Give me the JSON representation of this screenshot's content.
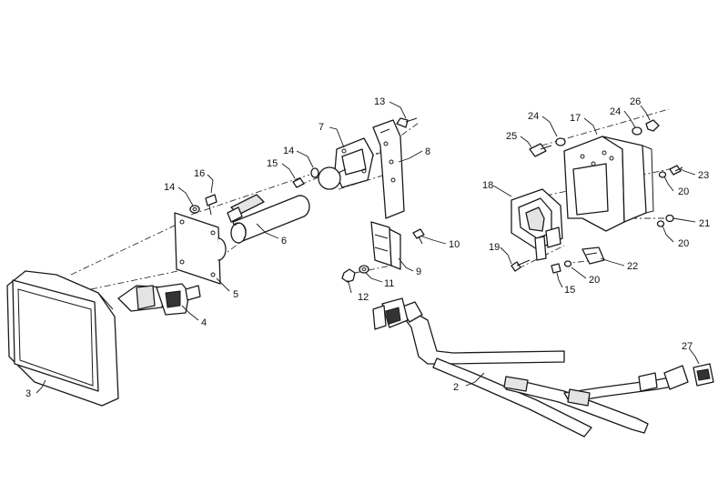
{
  "callouts": [
    {
      "id": "c1",
      "label": "13"
    },
    {
      "id": "c2",
      "label": "7"
    },
    {
      "id": "c3",
      "label": "8"
    },
    {
      "id": "c4",
      "label": "14"
    },
    {
      "id": "c5",
      "label": "15"
    },
    {
      "id": "c6",
      "label": "16"
    },
    {
      "id": "c7",
      "label": "14"
    },
    {
      "id": "c8",
      "label": "6"
    },
    {
      "id": "c9",
      "label": "10"
    },
    {
      "id": "c10",
      "label": "9"
    },
    {
      "id": "c11",
      "label": "11"
    },
    {
      "id": "c12",
      "label": "12"
    },
    {
      "id": "c13",
      "label": "5"
    },
    {
      "id": "c14",
      "label": "4"
    },
    {
      "id": "c15",
      "label": "3"
    },
    {
      "id": "c16",
      "label": "2"
    },
    {
      "id": "c17",
      "label": "26"
    },
    {
      "id": "c18",
      "label": "24"
    },
    {
      "id": "c19",
      "label": "24"
    },
    {
      "id": "c20",
      "label": "17"
    },
    {
      "id": "c21",
      "label": "25"
    },
    {
      "id": "c22",
      "label": "23"
    },
    {
      "id": "c23",
      "label": "20"
    },
    {
      "id": "c24",
      "label": "18"
    },
    {
      "id": "c25",
      "label": "21"
    },
    {
      "id": "c26",
      "label": "20"
    },
    {
      "id": "c27",
      "label": "19"
    },
    {
      "id": "c28",
      "label": "22"
    },
    {
      "id": "c29",
      "label": "20"
    },
    {
      "id": "c30",
      "label": "15"
    },
    {
      "id": "c31",
      "label": "27"
    }
  ]
}
